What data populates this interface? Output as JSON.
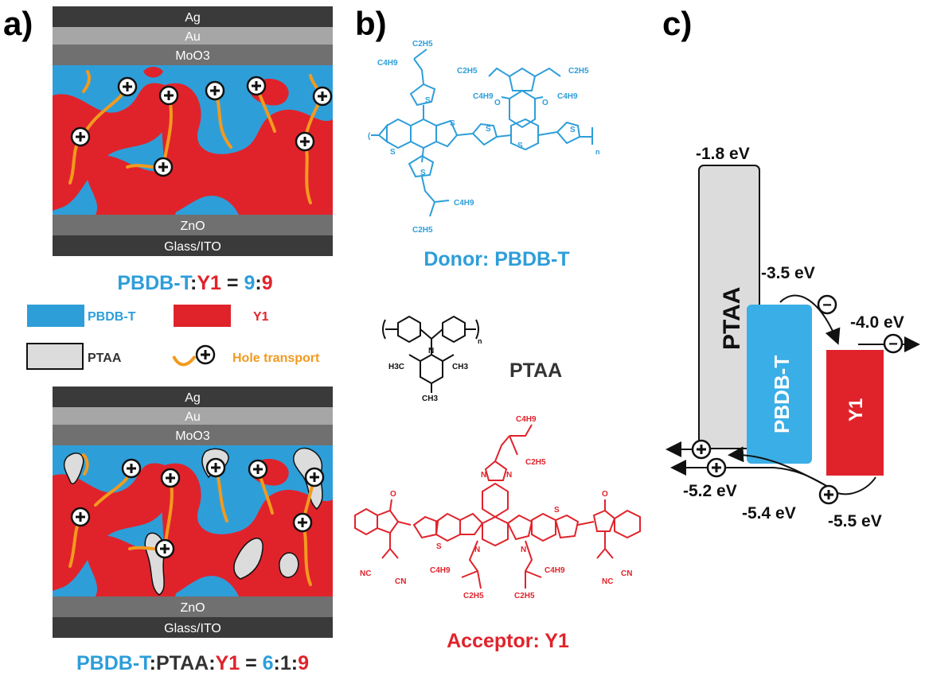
{
  "colors": {
    "donor": "#2e9ed9",
    "acceptor": "#e0232b",
    "ptaa": "#dcdcdc",
    "hole": "#f29a1e",
    "dark_layer": "#3a3a3a",
    "mid_layer": "#707070",
    "light_layer": "#a6a6a6",
    "text": "#222222"
  },
  "panel_a": {
    "label": "a)",
    "top_device": {
      "layers_top": [
        "Ag",
        "Au",
        "MoO3"
      ],
      "layers_bottom": [
        "ZnO",
        "Glass/ITO"
      ]
    },
    "bottom_device": {
      "layers_top": [
        "Ag",
        "Au",
        "MoO3"
      ],
      "layers_bottom": [
        "ZnO",
        "Glass/ITO"
      ]
    },
    "ratio1": {
      "donor": "PBDB-T",
      "sep": ":",
      "acceptor": "Y1",
      "eq": " = ",
      "n1": "9",
      "n2": "9"
    },
    "legend": {
      "donor": "PBDB-T",
      "acceptor": "Y1",
      "ptaa": "PTAA",
      "hole": "Hole transport"
    },
    "ratio2": {
      "donor": "PBDB-T",
      "sep": ":",
      "ptaa": "PTAA",
      "acceptor": "Y1",
      "eq": " = ",
      "n1": "6",
      "n2": "1",
      "n3": "9"
    }
  },
  "panel_b": {
    "label": "b)",
    "donor_label": "Donor: PBDB-T",
    "ptaa_label": "PTAA",
    "acceptor_label": "Acceptor: Y1",
    "chem": {
      "c4h9": "C4H9",
      "c2h5": "C2H5",
      "s": "S",
      "o": "O",
      "n": "N",
      "n_sub": "n",
      "ch3": "CH3",
      "h3c": "H3C",
      "cn": "CN",
      "nc": "NC"
    }
  },
  "panel_c": {
    "label": "c)",
    "bars": {
      "ptaa": "PTAA",
      "donor": "PBDB-T",
      "acceptor": "Y1"
    },
    "levels": {
      "ptaa_lumo": "-1.8 eV",
      "donor_lumo": "-3.5 eV",
      "acceptor_lumo": "-4.0 eV",
      "ptaa_homo": "-5.2 eV",
      "donor_homo": "-5.4 eV",
      "acceptor_homo": "-5.5 eV"
    },
    "carrier": {
      "electron": "−",
      "hole": "+"
    }
  }
}
